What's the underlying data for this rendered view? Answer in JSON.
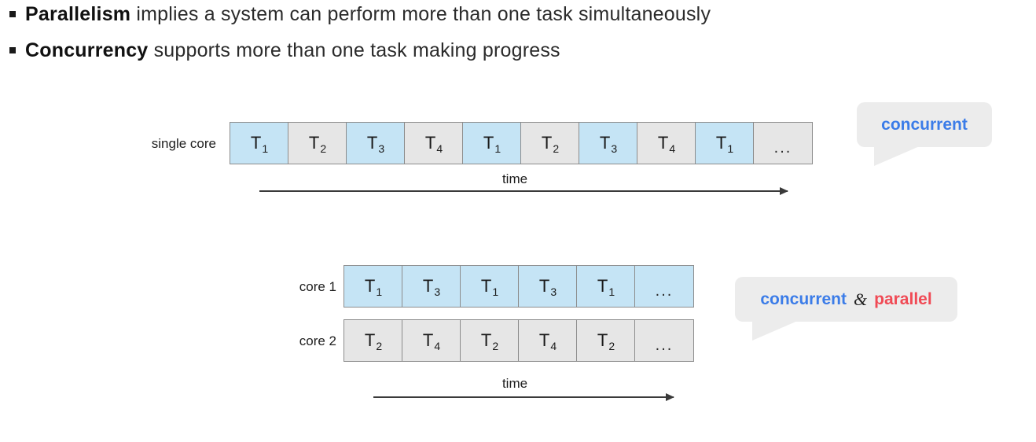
{
  "slide": {
    "bullets": [
      {
        "lead": "Parallelism",
        "rest": " implies a system can perform more than one task simultaneously"
      },
      {
        "lead": "Concurrency",
        "rest": " supports more than one task making progress"
      }
    ]
  },
  "single_core": {
    "label": "single core",
    "time_label": "time",
    "cells": [
      {
        "task": "T",
        "index": "1",
        "fill": "blue"
      },
      {
        "task": "T",
        "index": "2",
        "fill": "gray"
      },
      {
        "task": "T",
        "index": "3",
        "fill": "blue"
      },
      {
        "task": "T",
        "index": "4",
        "fill": "gray"
      },
      {
        "task": "T",
        "index": "1",
        "fill": "blue"
      },
      {
        "task": "T",
        "index": "2",
        "fill": "gray"
      },
      {
        "task": "T",
        "index": "3",
        "fill": "blue"
      },
      {
        "task": "T",
        "index": "4",
        "fill": "gray"
      },
      {
        "task": "T",
        "index": "1",
        "fill": "blue"
      },
      {
        "task": "...",
        "index": "",
        "fill": "gray"
      }
    ]
  },
  "multi_core": {
    "time_label": "time",
    "rows": [
      {
        "label": "core 1",
        "cells": [
          {
            "task": "T",
            "index": "1",
            "fill": "blue"
          },
          {
            "task": "T",
            "index": "3",
            "fill": "blue"
          },
          {
            "task": "T",
            "index": "1",
            "fill": "blue"
          },
          {
            "task": "T",
            "index": "3",
            "fill": "blue"
          },
          {
            "task": "T",
            "index": "1",
            "fill": "blue"
          },
          {
            "task": "...",
            "index": "",
            "fill": "blue"
          }
        ]
      },
      {
        "label": "core 2",
        "cells": [
          {
            "task": "T",
            "index": "2",
            "fill": "gray"
          },
          {
            "task": "T",
            "index": "4",
            "fill": "gray"
          },
          {
            "task": "T",
            "index": "2",
            "fill": "gray"
          },
          {
            "task": "T",
            "index": "4",
            "fill": "gray"
          },
          {
            "task": "T",
            "index": "2",
            "fill": "gray"
          },
          {
            "task": "...",
            "index": "",
            "fill": "gray"
          }
        ]
      }
    ]
  },
  "callouts": {
    "concurrent": {
      "text": "concurrent"
    },
    "concurrent_parallel": {
      "first": "concurrent",
      "amp": "&",
      "second": "parallel"
    }
  },
  "colors": {
    "blue_cell": "#c5e4f5",
    "gray_cell": "#e6e6e6",
    "cell_border": "#8c8c8c",
    "callout_bg": "#ececec",
    "concurrent_text": "#3b7ce8",
    "parallel_text": "#f04a55",
    "arrow": "#3a3a3a"
  }
}
